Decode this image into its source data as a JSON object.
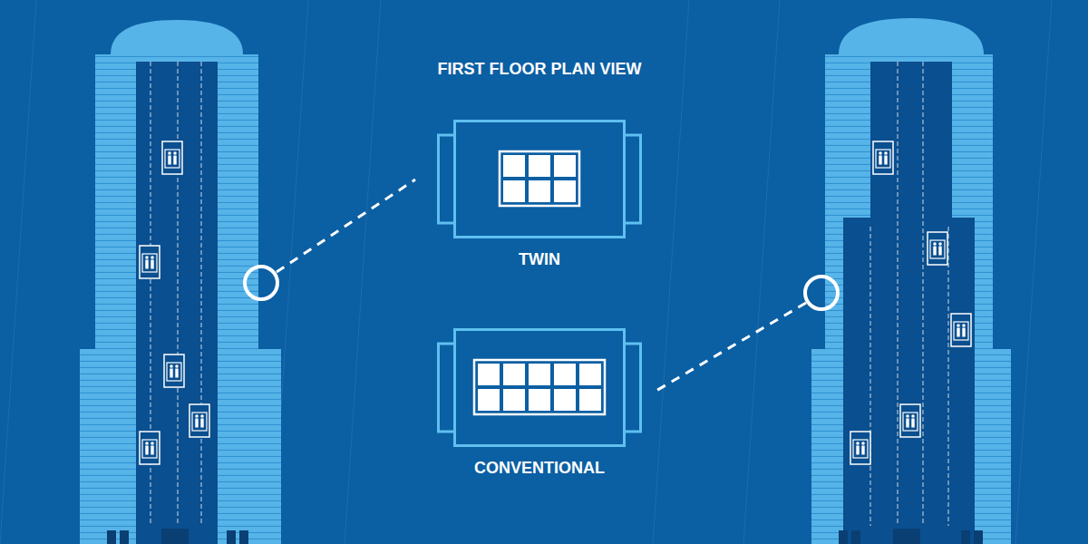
{
  "diagram": {
    "title": "FIRST FLOOR PLAN VIEW",
    "nodes": [
      {
        "text": [
          "TWIN"
        ]
      },
      {
        "text": [
          "CONVENTIONAL"
        ]
      }
    ]
  }
}
